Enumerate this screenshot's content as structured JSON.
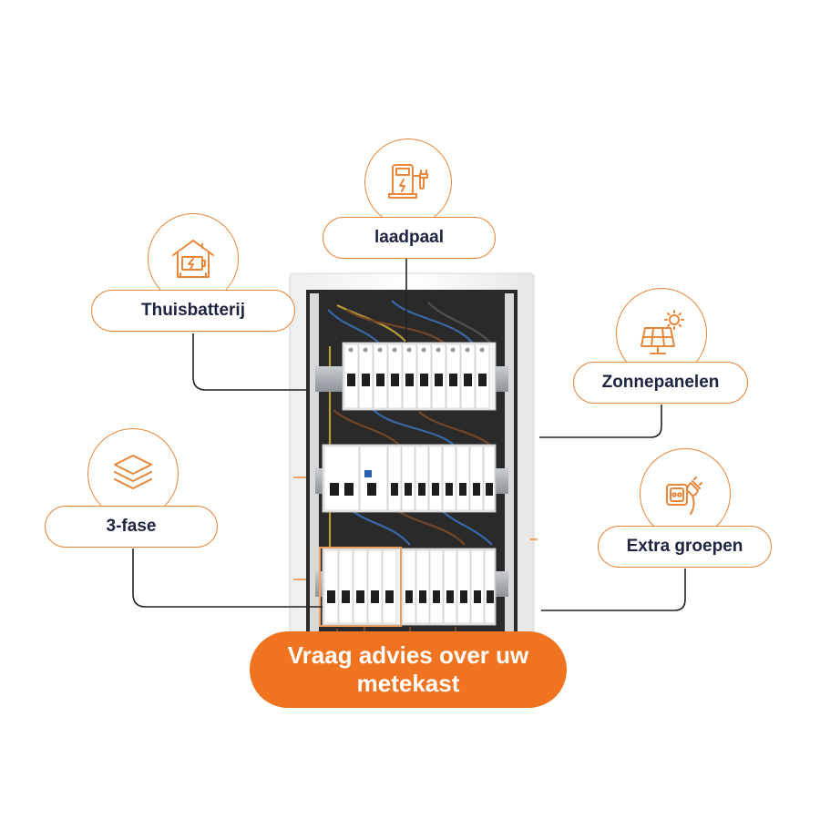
{
  "labels": {
    "laadpaal": "laadpaal",
    "thuisbatterij": "Thuisbatterij",
    "zonnepanelen": "Zonnepanelen",
    "driefase": "3-fase",
    "extra_groepen": "Extra groepen"
  },
  "cta": {
    "text": "Vraag advies over uw metekast"
  },
  "icons": {
    "laadpaal": "ev-charger-icon",
    "thuisbatterij": "home-battery-icon",
    "zonnepanelen": "solar-panel-icon",
    "driefase": "layers-icon",
    "extra_groepen": "socket-plug-icon"
  },
  "colors": {
    "accent": "#f07420",
    "outline": "#e8863a",
    "text": "#1c2440",
    "connector": "#222222"
  }
}
